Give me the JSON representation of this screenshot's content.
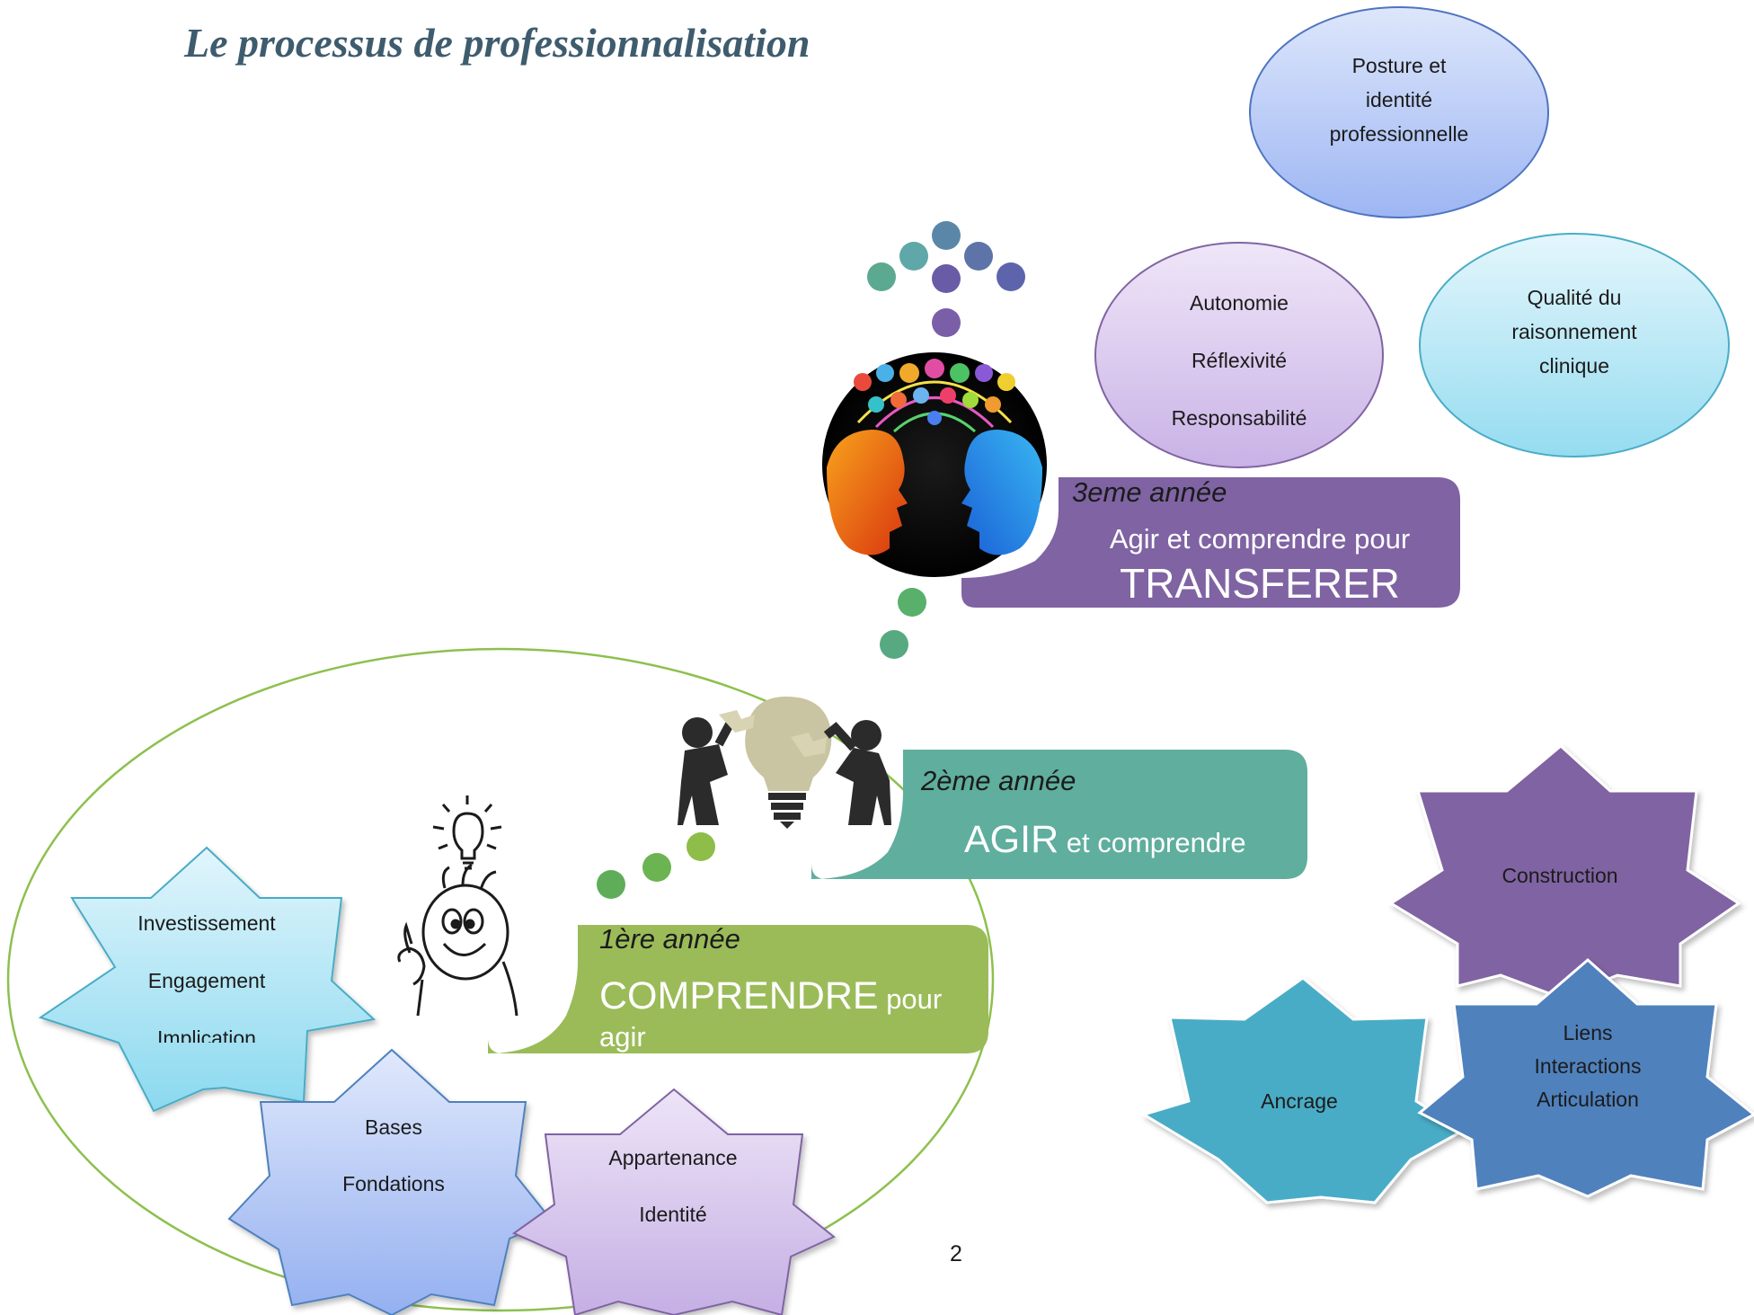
{
  "title": "Le processus de professionnalisation",
  "page_number": "2",
  "years": {
    "third": {
      "year_label": "3eme année",
      "line1": "Agir et comprendre pour",
      "line2": "TRANSFERER",
      "color": "#7f63a3"
    },
    "second": {
      "year_label": "2ème année",
      "big": "AGIR",
      "small": " et comprendre",
      "color": "#5fae9e"
    },
    "first": {
      "year_label": "1ère année",
      "big": "COMPRENDRE",
      "small": " pour",
      "line2": "agir",
      "color": "#9bbb59"
    }
  },
  "ovals": {
    "posture": [
      "Posture et",
      "identité",
      "professionnelle"
    ],
    "autonomie": [
      "Autonomie",
      "Réflexivité",
      "Responsabilité"
    ],
    "qualite": [
      "Qualité du",
      "raisonnement",
      "clinique"
    ]
  },
  "stars_left": {
    "investissement": [
      "Investissement",
      "Engagement",
      "Implication"
    ],
    "bases": [
      "Bases",
      "Fondations"
    ],
    "appartenance": [
      "Appartenance",
      "Identité"
    ]
  },
  "stars_right": {
    "construction": "Construction",
    "ancrage": "Ancrage",
    "liens": [
      "Liens",
      "Interactions",
      "Articulation"
    ]
  },
  "colors": {
    "title": "#3e5c6e",
    "purple": "#7f63a3",
    "teal": "#5fae9e",
    "green": "#9bbb59",
    "star_blue": "#4aacc6",
    "star_darkblue": "#4f81bd"
  },
  "icons": [
    "light-bulb-icon",
    "smiling-character-icon",
    "puzzle-bulb-icon",
    "brain-heads-icon"
  ]
}
